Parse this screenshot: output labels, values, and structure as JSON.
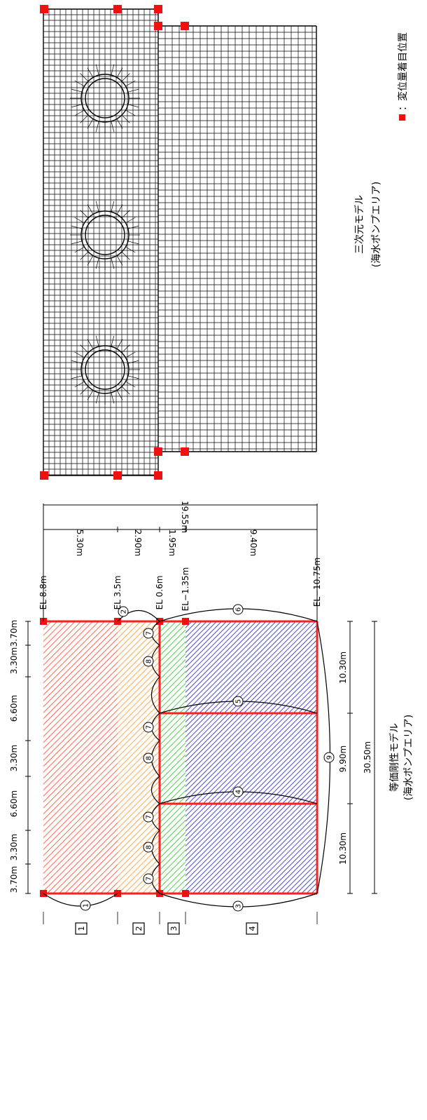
{
  "left_model": {
    "title_line1": "等価剛性モデル",
    "title_line2": "(海水ポンプエリア)",
    "elevations": [
      "EL 8.8m",
      "EL 3.5m",
      "EL 0.6m",
      "EL−1.35m",
      "EL−10.75m"
    ],
    "layer_thickness": [
      "5.30m",
      "2.90m",
      "1.95m",
      "9.40m"
    ],
    "total_height": "19.55m",
    "top_segments": [
      "3.70m",
      "3.30m",
      "6.60m",
      "3.30m",
      "6.60m",
      "3.30m",
      "3.70m"
    ],
    "bottom_segments": [
      "10.30m",
      "9.90m",
      "10.30m"
    ],
    "total_width": "30.50m",
    "layer_box_labels": [
      "1",
      "2",
      "3",
      "4"
    ],
    "member_numbers": {
      "n1": "1",
      "n2": "2",
      "n3": "3",
      "n4": "4",
      "n5": "5",
      "n6": "6",
      "n7": "7",
      "n8": "8",
      "n9": "9"
    },
    "colors": {
      "outline": "#ff2020",
      "layer1": "#ff5a3c",
      "layer2": "#ffa040",
      "layer3": "#3ccc3c",
      "layer4": "#2020c8"
    }
  },
  "right_model": {
    "title_line1": "三次元モデル",
    "title_line2": "(海水ポンプエリア)",
    "legend_label": "：変位量着目位置",
    "marker_color": "#ee1111"
  }
}
